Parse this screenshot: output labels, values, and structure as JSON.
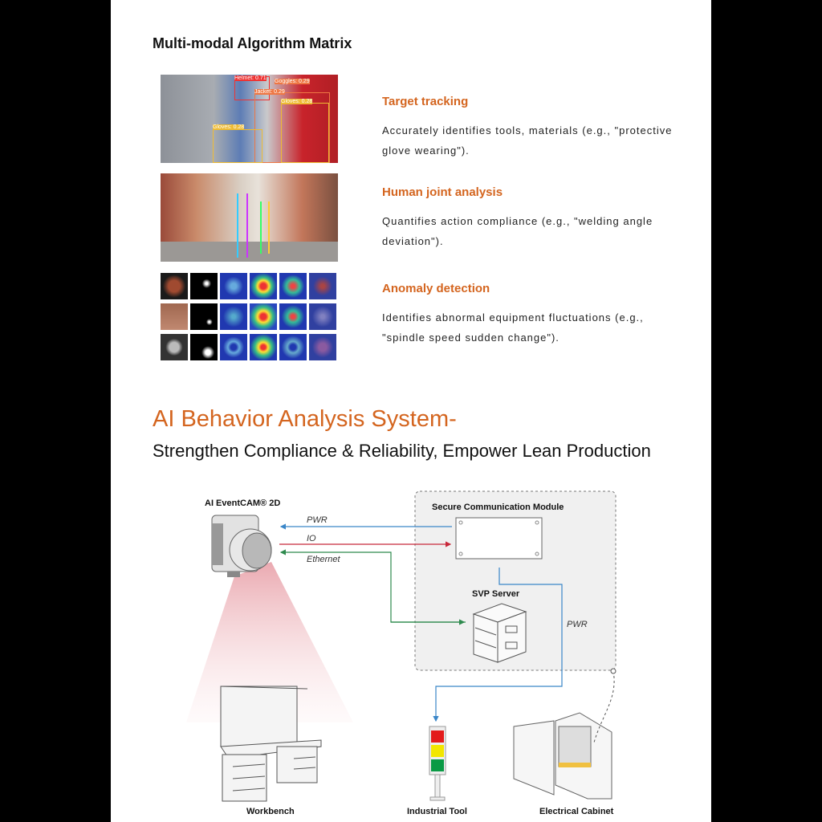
{
  "section": {
    "title": "Multi-modal Algorithm Matrix"
  },
  "features": [
    {
      "title": "Target tracking",
      "text": "Accurately identifies tools, materials (e.g., \"protective glove wearing\").",
      "image": "worker-detection-photo",
      "detections": [
        "Helmet: 0.71",
        "Goggles: 0.29",
        "Jacket: 0.29",
        "Gloves: 0.28",
        "Gloves: 0.28"
      ]
    },
    {
      "title": "Human joint analysis",
      "text": "Quantifies action compliance (e.g., \"welding angle deviation\").",
      "image": "warehouse-pose-photo"
    },
    {
      "title": "Anomaly detection",
      "text": "Identifies abnormal equipment fluctuations (e.g., \"spindle speed sudden change\").",
      "image": "anomaly-heatmap-grid"
    }
  ],
  "headline": {
    "title": "AI Behavior Analysis System-",
    "subtitle": "Strengthen Compliance & Reliability, Empower Lean Production"
  },
  "diagram": {
    "camera": "AI EventCAM® 2D",
    "module": "Secure Communication Module",
    "server": "SVP Server",
    "links": {
      "pwr": "PWR",
      "io": "IO",
      "ethernet": "Ethernet",
      "pwr2": "PWR"
    },
    "workbench": "Workbench",
    "tool": "Industrial Tool",
    "cabinet": "Electrical Cabinet",
    "colors": {
      "pwr": "#3a86c8",
      "io": "#c8283a",
      "ethernet": "#2e8a4e",
      "accent": "#d4651f"
    }
  }
}
